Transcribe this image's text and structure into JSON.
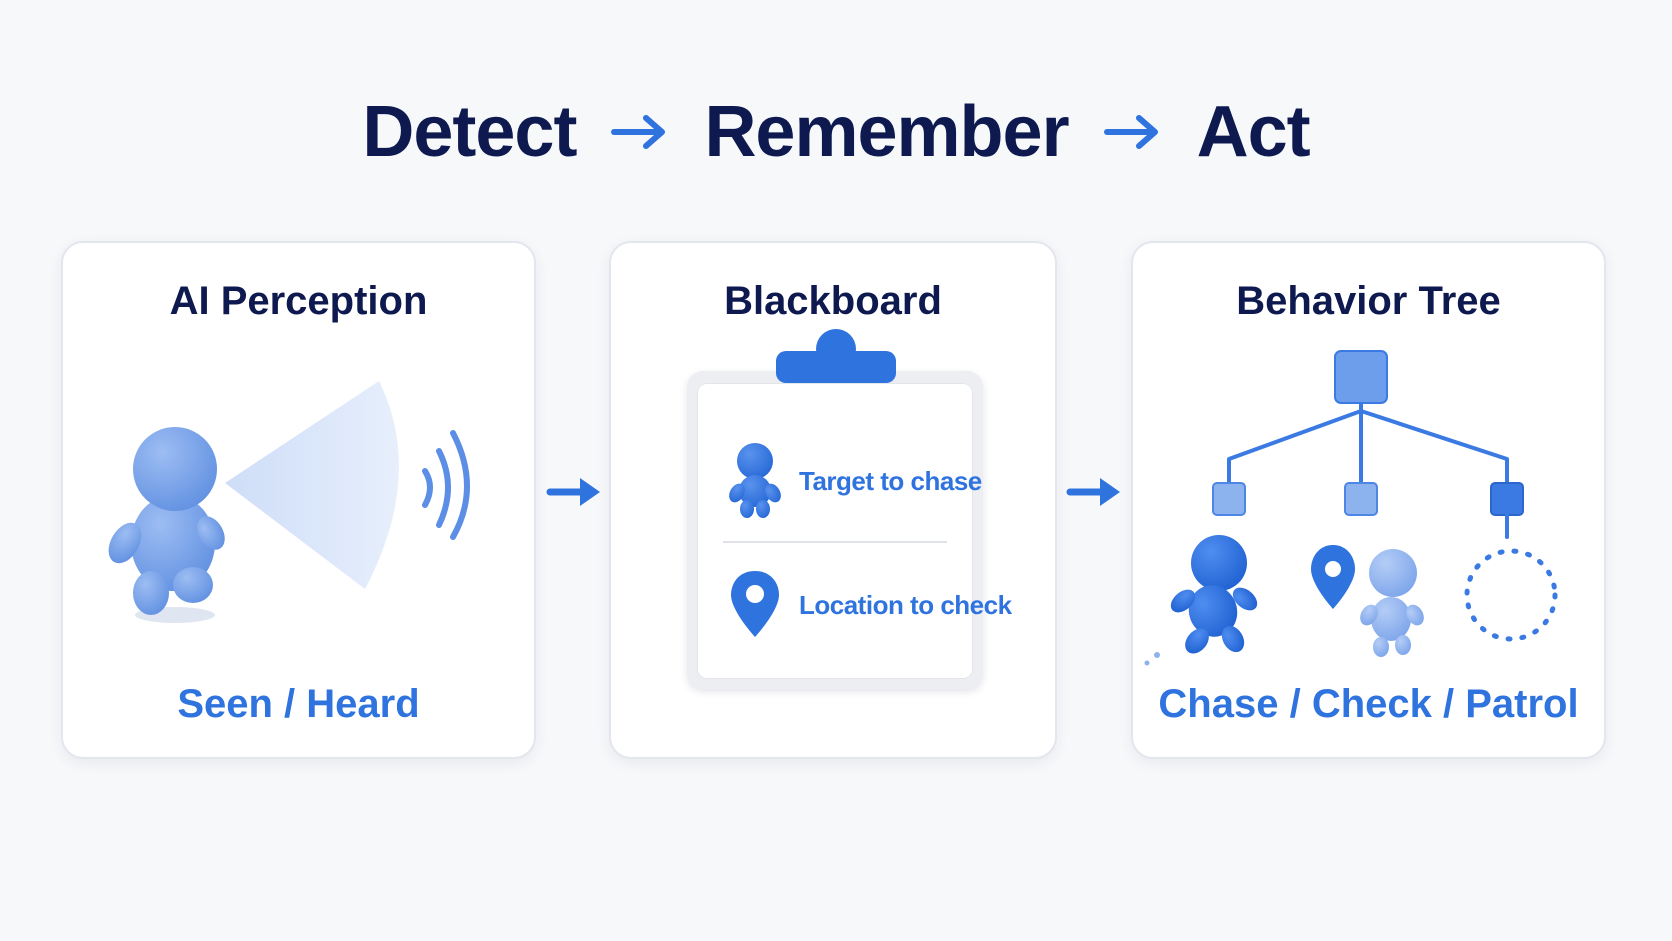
{
  "headline": {
    "step1": "Detect",
    "step2": "Remember",
    "step3": "Act"
  },
  "cards": {
    "perception": {
      "title": "AI Perception",
      "caption": "Seen / Heard"
    },
    "blackboard": {
      "title": "Blackboard",
      "rows": [
        {
          "label": "Target to chase",
          "icon": "person-icon"
        },
        {
          "label": "Location to check",
          "icon": "location-pin-icon"
        }
      ]
    },
    "tree": {
      "title": "Behavior Tree",
      "caption": "Chase / Check / Patrol"
    }
  },
  "colors": {
    "navy": "#0e1a4f",
    "accent": "#2f73df",
    "light_blue": "#7aa7ee"
  }
}
